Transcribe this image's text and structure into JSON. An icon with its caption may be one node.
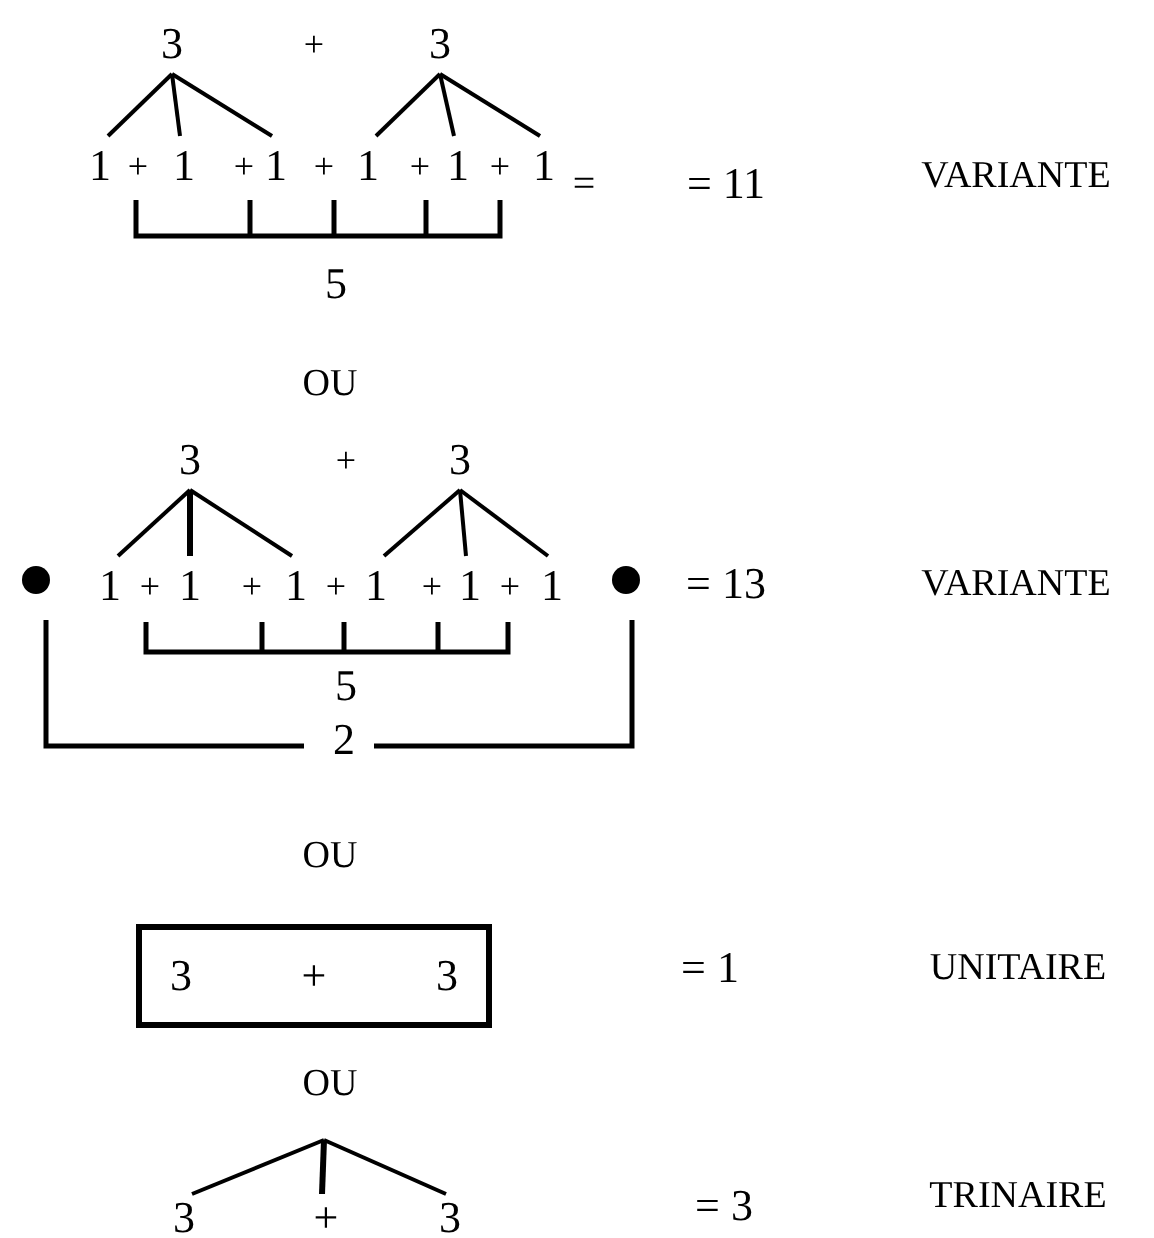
{
  "diagram": {
    "nodes": [
      {
        "text": [
          "3"
        ]
      },
      {
        "text": [
          "3"
        ]
      },
      {
        "text": [
          "1"
        ]
      },
      {
        "text": [
          "1"
        ]
      },
      {
        "text": [
          "1"
        ]
      },
      {
        "text": [
          "1"
        ]
      },
      {
        "text": [
          "1"
        ]
      },
      {
        "text": [
          "1"
        ]
      },
      {
        "text": [
          "3"
        ]
      },
      {
        "text": [
          "3"
        ]
      },
      {
        "text": [
          "1"
        ]
      },
      {
        "text": [
          "1"
        ]
      },
      {
        "text": [
          "1"
        ]
      },
      {
        "text": [
          "1"
        ]
      },
      {
        "text": [
          "1"
        ]
      },
      {
        "text": [
          "1"
        ]
      },
      {
        "text": [
          "3",
          "+",
          "3"
        ]
      },
      {
        "text": [
          "3"
        ]
      },
      {
        "text": [
          "+"
        ]
      },
      {
        "text": [
          "3"
        ]
      }
    ],
    "edges": [
      {
        "from": 0,
        "to": 2,
        "arrow": "none"
      },
      {
        "from": 0,
        "to": 3,
        "arrow": "none"
      },
      {
        "from": 0,
        "to": 4,
        "arrow": "none"
      },
      {
        "from": 1,
        "to": 5,
        "arrow": "none"
      },
      {
        "from": 1,
        "to": 6,
        "arrow": "none"
      },
      {
        "from": 1,
        "to": 7,
        "arrow": "none"
      },
      {
        "from": 8,
        "to": 10,
        "arrow": "none"
      },
      {
        "from": 8,
        "to": 11,
        "arrow": "none"
      },
      {
        "from": 8,
        "to": 12,
        "arrow": "none"
      },
      {
        "from": 9,
        "to": 13,
        "arrow": "none"
      },
      {
        "from": 9,
        "to": 14,
        "arrow": "none"
      },
      {
        "from": 9,
        "to": 15,
        "arrow": "none"
      },
      {
        "from": null,
        "to": 17,
        "arrow": "none"
      },
      {
        "from": null,
        "to": 18,
        "arrow": "none"
      },
      {
        "from": null,
        "to": 19,
        "arrow": "none"
      }
    ],
    "labels": [
      "+",
      "+",
      "+",
      "+",
      "+",
      "+",
      "=",
      "= 11",
      "VARIANTE",
      "5",
      "OU",
      "+",
      "+",
      "+",
      "+",
      "+",
      "+",
      "= 13",
      "VARIANTE",
      "5",
      "2",
      "OU",
      "= 1",
      "UNITAIRE",
      "OU",
      "= 3",
      "TRINAIRE"
    ]
  }
}
